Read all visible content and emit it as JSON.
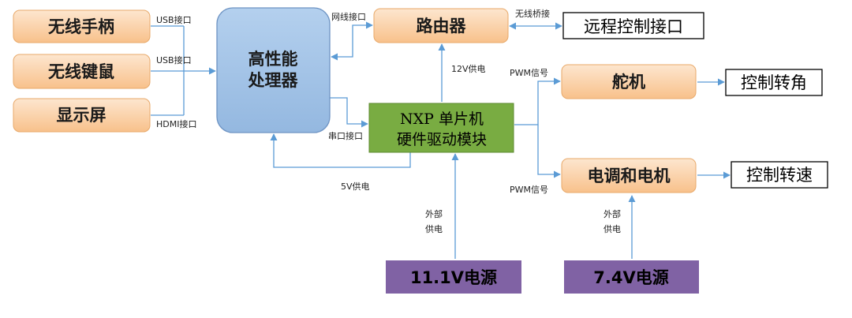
{
  "nodes": {
    "gamepad": "无线手柄",
    "keyboard_mouse": "无线键鼠",
    "display": "显示屏",
    "processor_line1": "高性能",
    "processor_line2": "处理器",
    "router": "路由器",
    "remote": "远程控制接口",
    "mcu_line1": "NXP 单片机",
    "mcu_line2": "硬件驱动模块",
    "servo": "舵机",
    "steer_out": "控制转角",
    "esc_motor": "电调和电机",
    "speed_out": "控制转速",
    "battery_11_1": "11.1V电源",
    "battery_7_4": "7.4V电源"
  },
  "edges": {
    "usb_gamepad": "USB接口",
    "usb_kbm": "USB接口",
    "hdmi": "HDMI接口",
    "ethernet": "网线接口",
    "wireless_bridge": "无线桥接",
    "v12": "12V供电",
    "pwm_servo": "PWM信号",
    "pwm_motor": "PWM信号",
    "serial": "串口接口",
    "v5": "5V供电",
    "ext_power_a_1": "外部",
    "ext_power_a_2": "供电",
    "ext_power_b_1": "外部",
    "ext_power_b_2": "供电"
  },
  "colors": {
    "orange_box": "#fbd3ab",
    "blue_box": "#a4c3e6",
    "green_box": "#79ac42",
    "purple_box": "#8062a4",
    "arrow": "#5b9bd5"
  }
}
